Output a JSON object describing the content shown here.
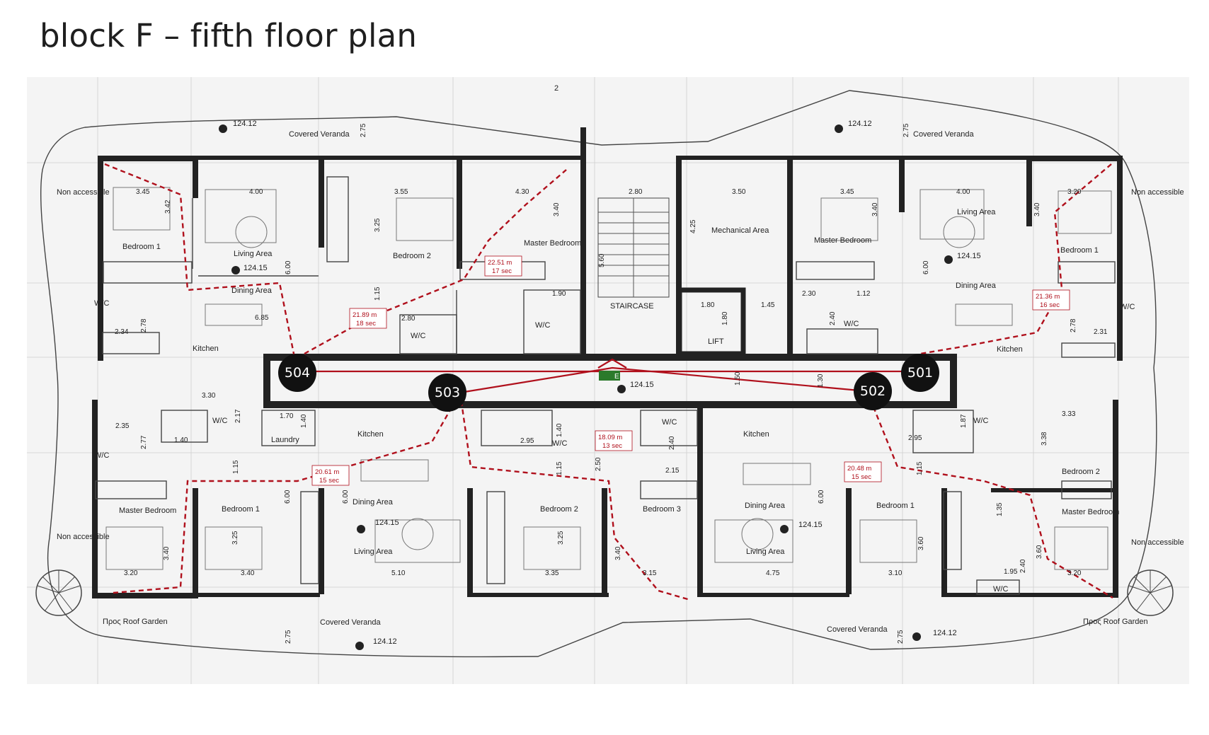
{
  "title": "block F – fifth floor plan",
  "grid_label": "2",
  "rooms": {
    "covered_veranda_tl": "Covered Veranda",
    "covered_veranda_tr": "Covered Veranda",
    "covered_veranda_bl": "Covered Veranda",
    "covered_veranda_br": "Covered Veranda",
    "non_accessible_tl": "Non accessible",
    "non_accessible_tr": "Non accessible",
    "non_accessible_bl": "Non accessible",
    "non_accessible_br": "Non accessible",
    "bedroom1_504": "Bedroom 1",
    "living_504": "Living Area",
    "dining_504": "Dining Area",
    "kitchen_504": "Kitchen",
    "wc_504a": "W/C",
    "bedroom2_504": "Bedroom 2",
    "master_504": "Master Bedroom",
    "wc_504b": "W/C",
    "wc_504c": "W/C",
    "staircase": "STAIRCASE",
    "lift": "LIFT",
    "mechanical": "Mechanical Area",
    "master_501": "Master Bedroom",
    "wc_501a": "W/C",
    "living_501": "Living Area",
    "dining_501": "Dining Area",
    "bedroom1_501": "Bedroom 1",
    "wc_501b": "W/C",
    "kitchen_501": "Kitchen",
    "wc_503a": "W/C",
    "wc_503b": "W/C",
    "laundry": "Laundry",
    "kitchen_503": "Kitchen",
    "master_503": "Master Bedroom",
    "bedroom1_503": "Bedroom 1",
    "dining_503": "Dining Area",
    "living_503": "Living Area",
    "bedroom2_503": "Bedroom 2",
    "wc_503c": "W/C",
    "wc_503d": "W/C",
    "bedroom3_502": "Bedroom 3",
    "kitchen_502": "Kitchen",
    "dining_502": "Dining Area",
    "living_502": "Living Area",
    "bedroom1_502": "Bedroom 1",
    "wc_502a": "W/C",
    "wc_502b": "W/C",
    "bedroom2_502": "Bedroom 2",
    "master_502": "Master Bedroom",
    "roof_garden_l": "Προς Roof Garden",
    "roof_garden_r": "Προς Roof Garden"
  },
  "levels": {
    "tl": "124.12",
    "tr": "124.12",
    "bl": "124.12",
    "br": "124.12",
    "u504": "124.15",
    "u501": "124.15",
    "corridor": "124.15",
    "u503": "124.15",
    "u502": "124.15"
  },
  "dimensions": {
    "d1": "3.45",
    "d2": "3.42",
    "d3": "4.00",
    "d4": "6.00",
    "d5": "3.55",
    "d6": "3.25",
    "d7": "4.30",
    "d8": "3.40",
    "d9": "2.80",
    "d10": "5.60",
    "d11": "3.50",
    "d12": "4.25",
    "d13": "1.45",
    "d14": "3.45",
    "d15": "3.40",
    "d16": "4.00",
    "d17": "6.00",
    "d18": "3.20",
    "d19": "3.40",
    "d20": "2.75",
    "d21": "2.75",
    "d22": "2.34",
    "d23": "2.78",
    "d24": "6.85",
    "d25": "1.15",
    "d26": "2.80",
    "d27": "1.90",
    "d28": "1.80",
    "d29": "1.80",
    "d30": "2.30",
    "d31": "1.12",
    "d32": "2.40",
    "d33": "2.78",
    "d34": "2.31",
    "d35": "3.30",
    "d36": "2.17",
    "d37": "1.70",
    "d38": "1.40",
    "d39": "2.35",
    "d40": "2.77",
    "d41": "1.40",
    "d42": "2.95",
    "d43": "1.40",
    "d44": "2.50",
    "d45": "2.40",
    "d46": "2.15",
    "d47": "1.87",
    "d48": "2.95",
    "d49": "3.33",
    "d50": "3.38",
    "d51": "1.50",
    "d52": "1.30",
    "d53": "1.15",
    "d54": "6.00",
    "d55": "6.00",
    "d56": "1.15",
    "d57": "6.00",
    "d58": "1.15",
    "d59": "1.35",
    "d60": "3.40",
    "d61": "3.25",
    "d62": "3.20",
    "d63": "3.40",
    "d64": "5.10",
    "d65": "3.25",
    "d66": "3.35",
    "d67": "3.40",
    "d68": "3.15",
    "d69": "4.75",
    "d70": "3.60",
    "d71": "3.10",
    "d72": "3.60",
    "d73": "3.20",
    "d74": "1.95",
    "d75": "2.40",
    "d76": "2.75",
    "d77": "2.75"
  },
  "routes": {
    "r504": {
      "dist": "21.89 m",
      "time": "18 sec"
    },
    "r504b": {
      "dist": "22.51 m",
      "time": "17 sec"
    },
    "r501": {
      "dist": "21.36 m",
      "time": "16 sec"
    },
    "r503": {
      "dist": "20.61 m",
      "time": "15 sec"
    },
    "r503b": {
      "dist": "18.09 m",
      "time": "13 sec"
    },
    "r502": {
      "dist": "20.48 m",
      "time": "15 sec"
    }
  },
  "units": {
    "u504": "504",
    "u503": "503",
    "u502": "502",
    "u501": "501"
  },
  "exit_sign": "E",
  "colors": {
    "route": "#b0101c",
    "unit_badge": "#111111",
    "wall": "#222222"
  }
}
